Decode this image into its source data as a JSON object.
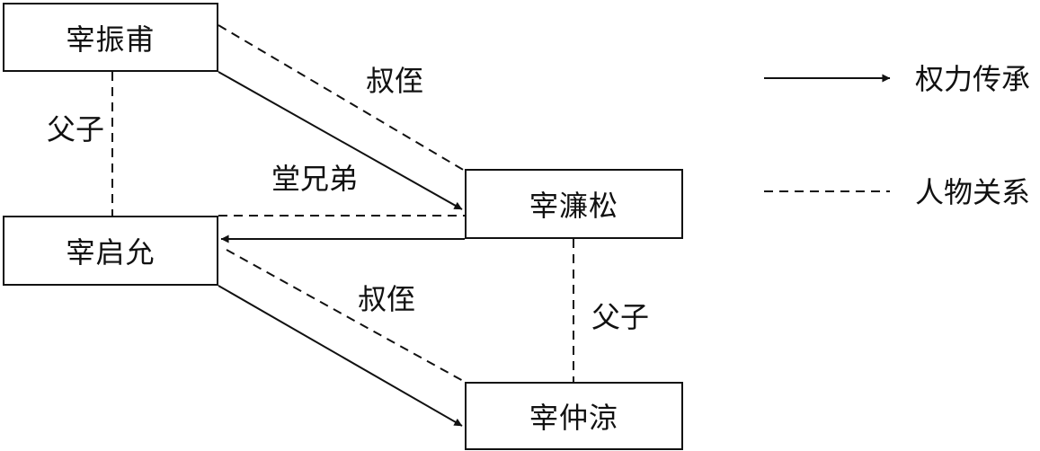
{
  "nodes": {
    "xin_zhenfu": "宰振甫",
    "xin_qiyun": "宰启允",
    "xin_liansong": "宰濂松",
    "xin_zhongliang": "宰仲涼"
  },
  "relations": {
    "fuzi_left": "父子",
    "shuzhi_top": "叔侄",
    "tangxiongdi": "堂兄弟",
    "shuzhi_bottom": "叔侄",
    "fuzi_right": "父子"
  },
  "legend": {
    "solid": "权力传承",
    "dashed": "人物关系"
  },
  "colors": {
    "ink": "#111111",
    "background": "#ffffff"
  }
}
